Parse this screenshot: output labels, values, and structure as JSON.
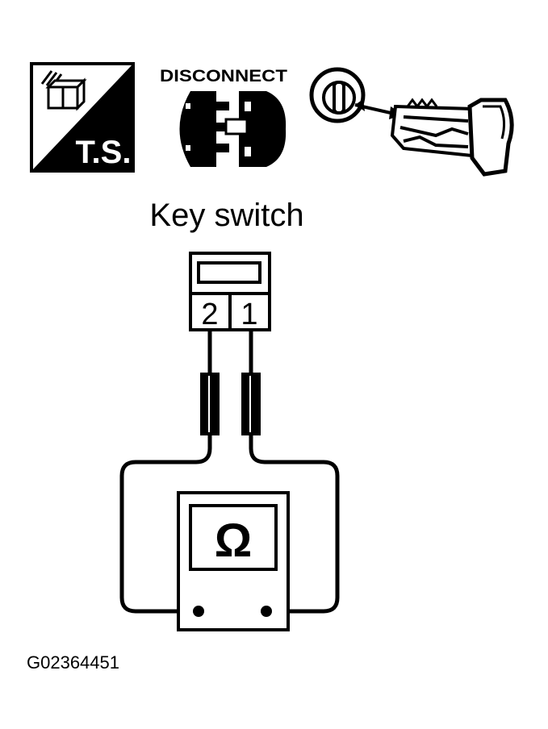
{
  "icons": {
    "ts_label": "T.S.",
    "disconnect_label": "DISCONNECT"
  },
  "title": "Key switch",
  "connector": {
    "pins": [
      "2",
      "1"
    ]
  },
  "meter": {
    "symbol": "Ω"
  },
  "figure_id": "G02364451"
}
